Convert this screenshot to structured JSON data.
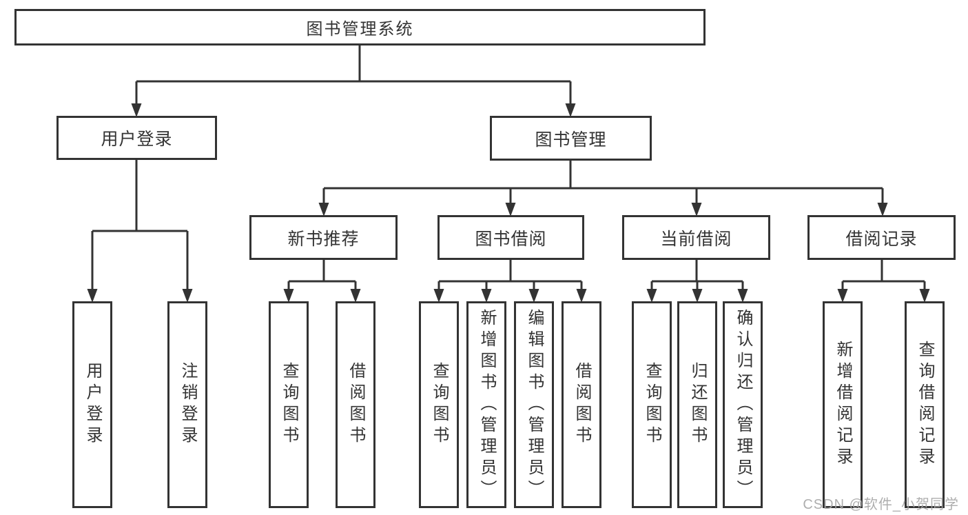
{
  "tree": {
    "label": "图书管理系统",
    "children": [
      {
        "label": "用户登录",
        "children": [
          {
            "label": "用户登录"
          },
          {
            "label": "注销登录"
          }
        ]
      },
      {
        "label": "图书管理",
        "children": [
          {
            "label": "新书推荐",
            "children": [
              {
                "label": "查询图书"
              },
              {
                "label": "借阅图书"
              }
            ]
          },
          {
            "label": "图书借阅",
            "children": [
              {
                "label": "查询图书"
              },
              {
                "label": "新增图书（管理员）"
              },
              {
                "label": "编辑图书（管理员）"
              },
              {
                "label": "借阅图书"
              }
            ]
          },
          {
            "label": "当前借阅",
            "children": [
              {
                "label": "查询图书"
              },
              {
                "label": "归还图书"
              },
              {
                "label": "确认归还（管理员）"
              }
            ]
          },
          {
            "label": "借阅记录",
            "children": [
              {
                "label": "新增借阅记录"
              },
              {
                "label": "查询借阅记录"
              }
            ]
          }
        ]
      }
    ]
  },
  "watermark": "CSDN @软件_小贺同学",
  "colors": {
    "line": "#333333",
    "text": "#333333",
    "watermark": "#a5a5a5",
    "background": "#ffffff"
  }
}
